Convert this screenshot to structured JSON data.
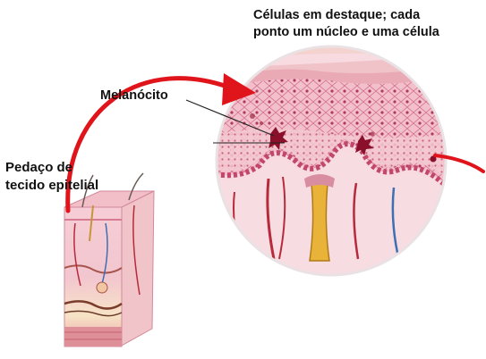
{
  "labels": {
    "cells_highlight_line1": "Células em destaque; cada",
    "cells_highlight_line2": "ponto um núcleo e uma célula",
    "melanocyte": "Melanócito",
    "tissue_piece_line1": "Pedaço de",
    "tissue_piece_line2": "tecido epitelial"
  },
  "colors": {
    "arrow": "#e0141b",
    "epidermis": "#f2b7c3",
    "cell_outline": "#c85a7a",
    "dermis": "#f7d9de",
    "melanin": "#8a0f2a",
    "hair": "#d9a024",
    "muscle": "#c23a3a"
  }
}
